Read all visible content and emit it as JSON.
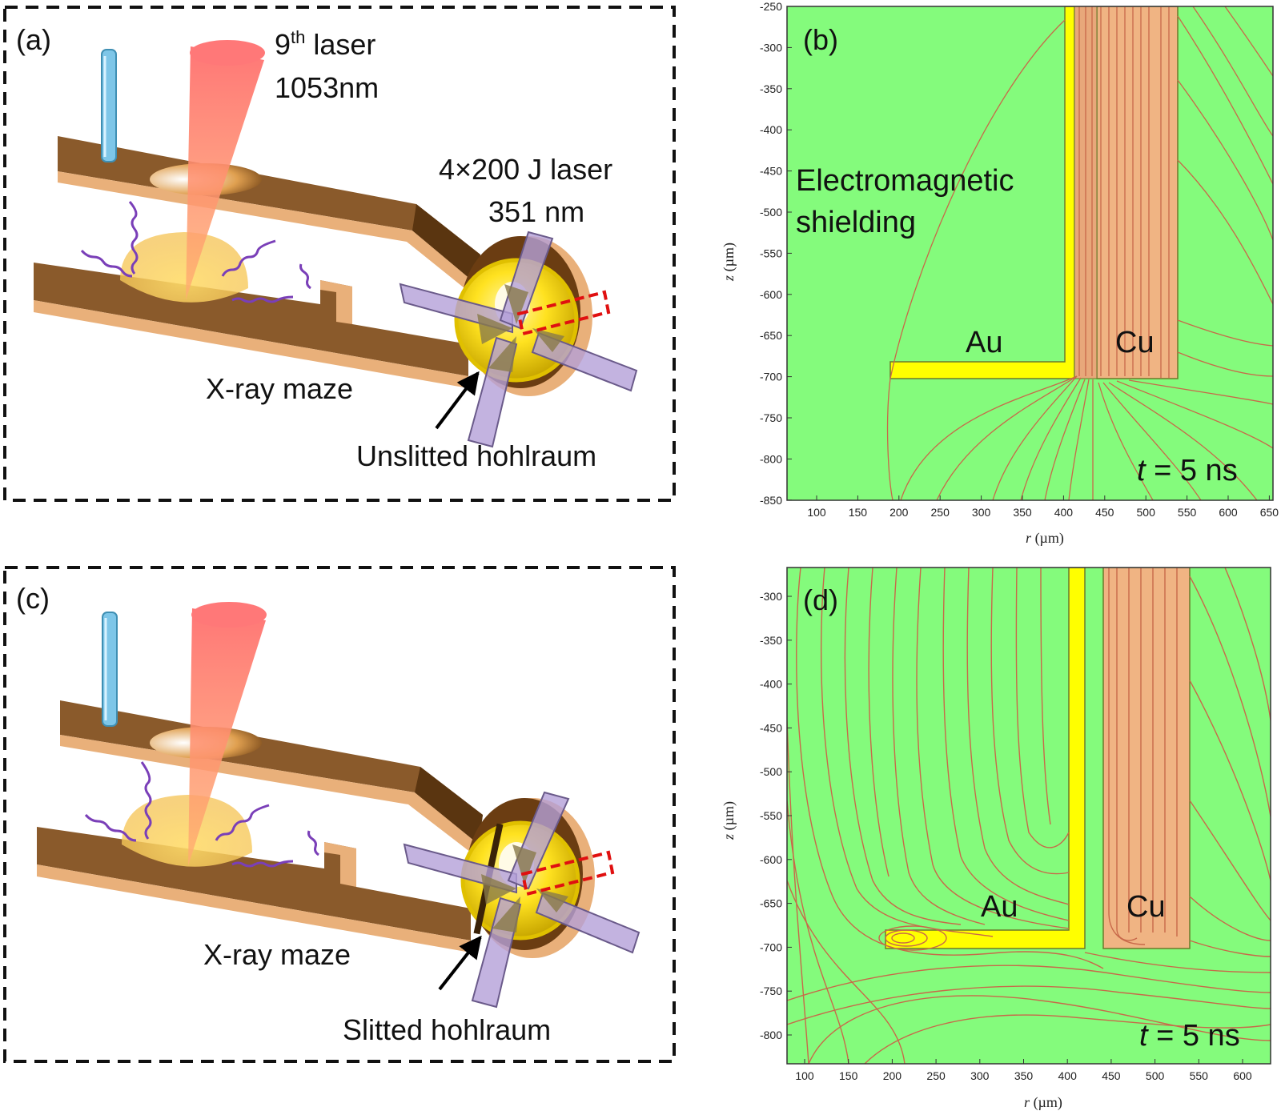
{
  "panels": {
    "a": {
      "tag": "(a)",
      "laser9_line1_base": "9",
      "laser9_line1_sup": "th",
      "laser9_line1_rest": " laser",
      "laser9_line2": "1053nm",
      "drive_line1": "4×200 J laser",
      "drive_line2": "351 nm",
      "maze_label": "X-ray maze",
      "hohlraum_label": "Unslitted hohlraum"
    },
    "b": {
      "tag": "(b)",
      "shield_line1": "Electromagnetic",
      "shield_line2": "shielding",
      "au_label": "Au",
      "cu_label": "Cu",
      "time_var": "t",
      "time_rest": " = 5 ns",
      "xlabel_var": "r",
      "xlabel_unit": " (µm)",
      "ylabel_var": "z",
      "ylabel_unit": " (µm)",
      "xticks": [
        "100",
        "150",
        "200",
        "250",
        "300",
        "350",
        "400",
        "450",
        "500",
        "550",
        "600",
        "650"
      ],
      "yticks": [
        "-250",
        "-300",
        "-350",
        "-400",
        "-450",
        "-500",
        "-550",
        "-600",
        "-650",
        "-700",
        "-750",
        "-800",
        "-850"
      ]
    },
    "c": {
      "tag": "(c)",
      "maze_label": "X-ray maze",
      "hohlraum_label": "Slitted hohlraum"
    },
    "d": {
      "tag": "(d)",
      "au_label": "Au",
      "cu_label": "Cu",
      "time_var": "t",
      "time_rest": " = 5 ns",
      "xlabel_var": "r",
      "xlabel_unit": " (µm)",
      "ylabel_var": "z",
      "ylabel_unit": " (µm)",
      "xticks": [
        "100",
        "150",
        "200",
        "250",
        "300",
        "350",
        "400",
        "450",
        "500",
        "550",
        "600"
      ],
      "yticks": [
        "-300",
        "-350",
        "-400",
        "-450",
        "-500",
        "-550",
        "-600",
        "-650",
        "-700",
        "-750",
        "-800"
      ]
    }
  },
  "colors": {
    "field_bg": "#84fb7c",
    "gold": "#ffff00",
    "copper": "#f0b483",
    "contour": "#c8694a",
    "bronze": "#8a5a2b",
    "laser": "#ff6a5a",
    "beam": "#b4a0d8",
    "dash_red": "#e01010"
  }
}
